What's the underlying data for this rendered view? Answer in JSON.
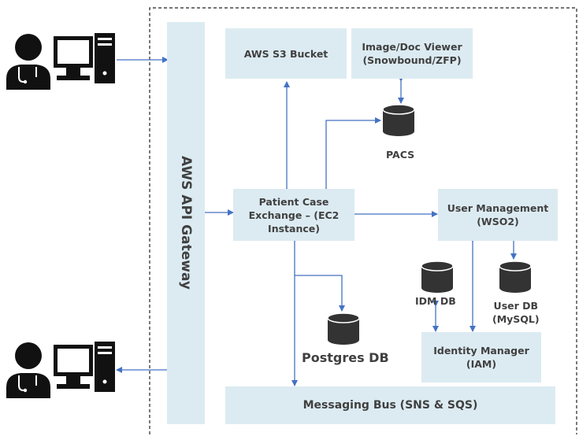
{
  "nodes": {
    "gateway": "AWS API Gateway",
    "s3": "AWS S3 Bucket",
    "viewer": [
      "Image/Doc Viewer",
      "(Snowbound/ZFP)"
    ],
    "pacs": "PACS",
    "pce": [
      "Patient Case",
      "Exchange – (EC2",
      "Instance)"
    ],
    "user_mgmt": [
      "User Management",
      "(WSO2)"
    ],
    "idm_db": "IDM DB",
    "user_db": [
      "User DB",
      "(MySQL)"
    ],
    "postgres": "Postgres DB",
    "iam": [
      "Identity Manager",
      "(IAM)"
    ],
    "bus": "Messaging Bus (SNS & SQS)"
  },
  "icons": [
    "doctor-at-computer-icon",
    "database-cylinder-icon"
  ],
  "colors": {
    "box_fill": "#dcebf2",
    "arrow": "#4472c4",
    "text": "#404040",
    "icon": "#111111"
  }
}
